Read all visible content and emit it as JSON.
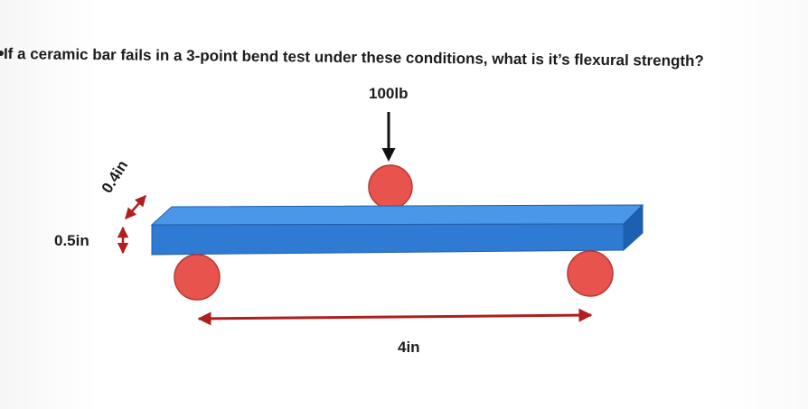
{
  "question": {
    "text": "If a ceramic bar fails in a 3-point bend test under these conditions, what is it’s flexural strength?"
  },
  "labels": {
    "load": "100lb",
    "height": "0.5in",
    "width": "0.4in",
    "span": "4in"
  },
  "colors": {
    "bar_top": "#3f8fe6",
    "bar_front": "#2f7bd4",
    "bar_end": "#1d5fb0",
    "bar_outline": "#1f5ea8",
    "roller": "#e8534e",
    "roller_outline": "#b33b36",
    "dimension_arrow": "#b01e1e",
    "load_arrow": "#111111"
  },
  "icons": {
    "load": "down-arrow-icon",
    "rollers": "circle-roller-icon"
  }
}
